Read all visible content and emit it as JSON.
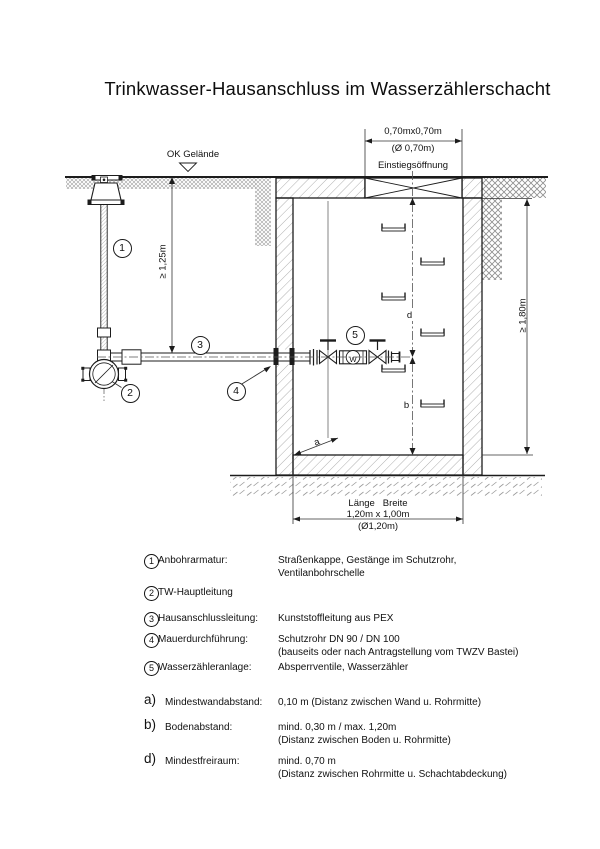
{
  "title": "Trinkwasser-Hausanschluss im Wasserzählerschacht",
  "drawing": {
    "ground_label": "OK Gelände",
    "opening_size": "0,70mx0,70m",
    "opening_diameter": "(Ø 0,70m)",
    "opening_label": "Einstiegsöffnung",
    "cover_depth_dim": "≥ 1,25m",
    "shaft_depth_dim": "≥ 1,80m",
    "floor_header": "Länge   Breite",
    "floor_size": "1,20m x 1,00m",
    "floor_diameter": "(Ø1,20m)",
    "dim_a": "a",
    "dim_b": "b",
    "dim_d": "d",
    "meter_letter": "W",
    "callouts": [
      "1",
      "2",
      "3",
      "4",
      "5"
    ]
  },
  "legend": {
    "items": [
      {
        "marker": "1",
        "label": "Anbohrarmatur:",
        "value": "Straßenkappe, Gestänge im Schutzrohr,",
        "value2": "Ventilanbohrschelle"
      },
      {
        "marker": "2",
        "label": "TW-Hauptleitung",
        "value": "",
        "value2": ""
      },
      {
        "marker": "3",
        "label": "Hausanschlussleitung:",
        "value": "Kunststoffleitung aus PEX",
        "value2": ""
      },
      {
        "marker": "4",
        "label": "Mauerdurchführung:",
        "value": "Schutzrohr DN 90 / DN 100",
        "value2": "(bauseits oder nach Antragstellung vom TWZV Bastei)"
      },
      {
        "marker": "5",
        "label": "Wasserzähleranlage:",
        "value": "Absperrventile, Wasserzähler",
        "value2": ""
      }
    ],
    "distances": [
      {
        "marker": "a)",
        "label": "Mindestwandabstand:",
        "value": "0,10 m (Distanz zwischen Wand u. Rohrmitte)",
        "value2": ""
      },
      {
        "marker": "b)",
        "label": "Bodenabstand:",
        "value": "mind. 0,30 m / max. 1,20m",
        "value2": "(Distanz zwischen Boden u. Rohrmitte)"
      },
      {
        "marker": "d)",
        "label": "Mindestfreiraum:",
        "value": "mind. 0,70 m",
        "value2": "(Distanz zwischen Rohrmitte u. Schachtabdeckung)"
      }
    ]
  }
}
